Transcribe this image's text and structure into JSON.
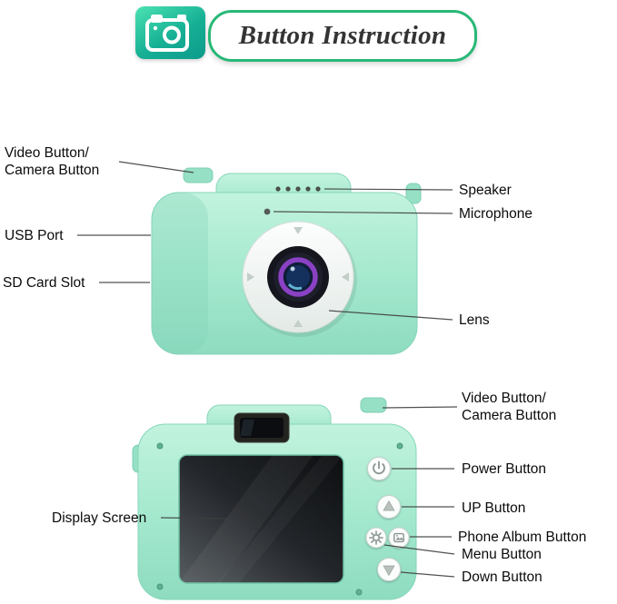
{
  "header": {
    "title": "Button Instruction"
  },
  "front_view": {
    "labels": {
      "video_camera": "Video Button/\nCamera Button",
      "usb_port": "USB Port",
      "sd_card": "SD Card Slot",
      "speaker": "Speaker",
      "microphone": "Microphone",
      "lens": "Lens"
    }
  },
  "back_view": {
    "labels": {
      "video_camera": "Video Button/\nCamera Button",
      "power": "Power Button",
      "up": "UP Button",
      "phone_album": "Phone Album Button",
      "menu": "Menu Button",
      "down": "Down Button",
      "display_screen": "Display Screen"
    }
  },
  "colors": {
    "accent_green": "#28b877",
    "camera_mint": "#a5e9cf",
    "icon_gradient_start": "#4ce2b2",
    "icon_gradient_end": "#0d9a8b",
    "lens_ring_purple": "#8a41c4"
  }
}
